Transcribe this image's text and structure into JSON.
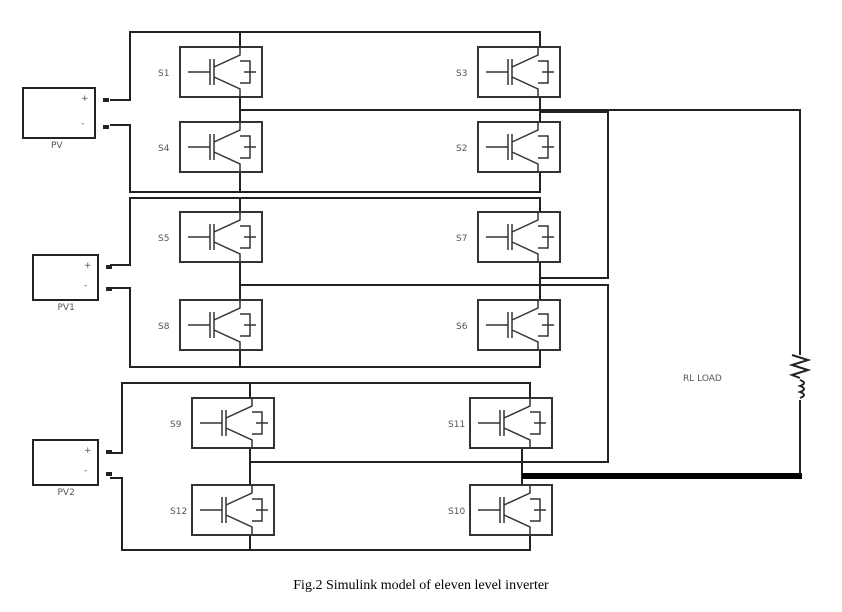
{
  "caption": "Fig.2 Simulink model of eleven level inverter",
  "sources": [
    {
      "label": "PV"
    },
    {
      "label": "PV1"
    },
    {
      "label": "PV2"
    }
  ],
  "switches": [
    "S1",
    "S3",
    "S4",
    "S2",
    "S5",
    "S7",
    "S8",
    "S6",
    "S9",
    "S11",
    "S12",
    "S10"
  ],
  "load_label": "RL LOAD"
}
